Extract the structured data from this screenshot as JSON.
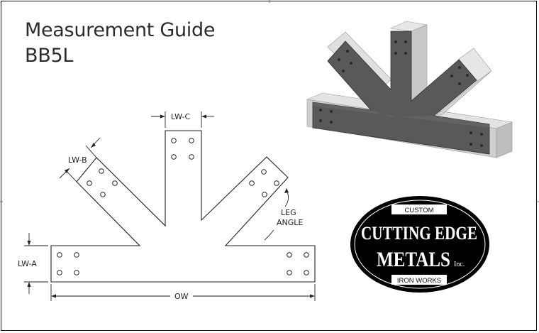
{
  "document": {
    "title": "Measurement Guide",
    "model": "BB5L"
  },
  "dimensions": {
    "lw_a": "LW-A",
    "lw_b": "LW-B",
    "lw_c": "LW-C",
    "ow": "OW",
    "leg_angle_line1": "LEG",
    "leg_angle_line2": "ANGLE"
  },
  "logo": {
    "top_text": "CUSTOM",
    "line1": "CUTTING EDGE",
    "line2": "METALS",
    "inc": "Inc.",
    "bottom_text": "IRON WORKS"
  },
  "colors": {
    "steel": "#555555",
    "steel_dark": "#3a3a3a",
    "wood": "#d9d9d9",
    "wood_dark": "#b5b5b5",
    "logo_bg": "#000000"
  }
}
